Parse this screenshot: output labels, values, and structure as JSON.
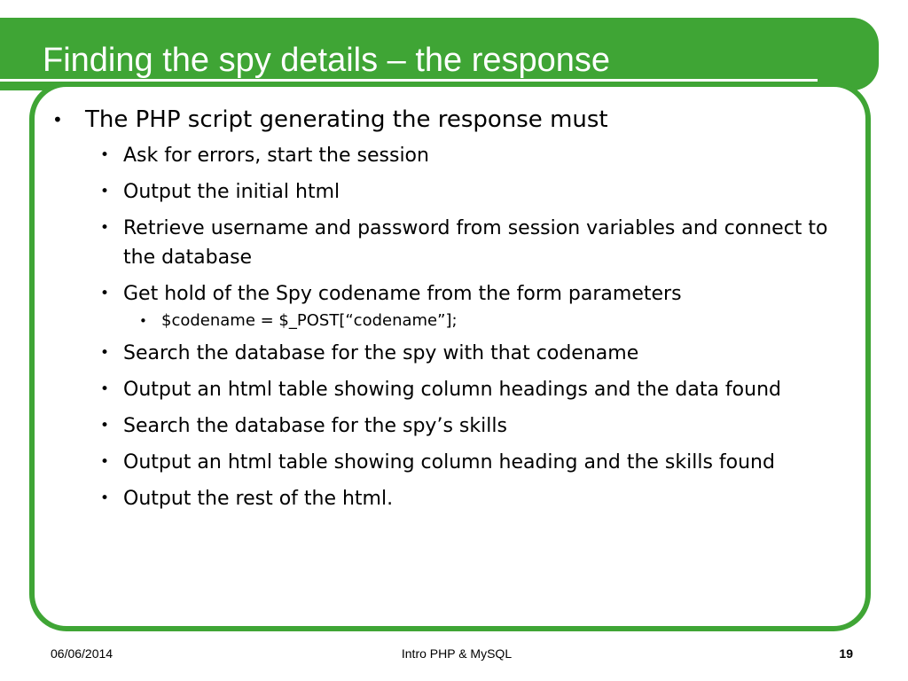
{
  "slide": {
    "title": "Finding the spy details – the response",
    "bullets": {
      "main": "The PHP script generating the response must",
      "items": [
        "Ask for errors, start the session",
        "Output the initial html",
        "Retrieve username and password from session variables and connect to the database",
        "Get hold of the Spy codename from the form parameters",
        "Search the database for the spy with that codename",
        "Output an html table showing column headings and the data found",
        "Search the database for the spy’s skills",
        "Output an html table showing column heading and the skills found",
        "Output the rest of the html."
      ],
      "sub_item": "$codename = $_POST[“codename”];"
    }
  },
  "footer": {
    "date": "06/06/2014",
    "center": "Intro PHP & MySQL",
    "page": "19"
  },
  "colors": {
    "accent_green": "#3fa535",
    "text": "#000000",
    "background": "#ffffff"
  },
  "icons": {
    "bullet": "•"
  }
}
